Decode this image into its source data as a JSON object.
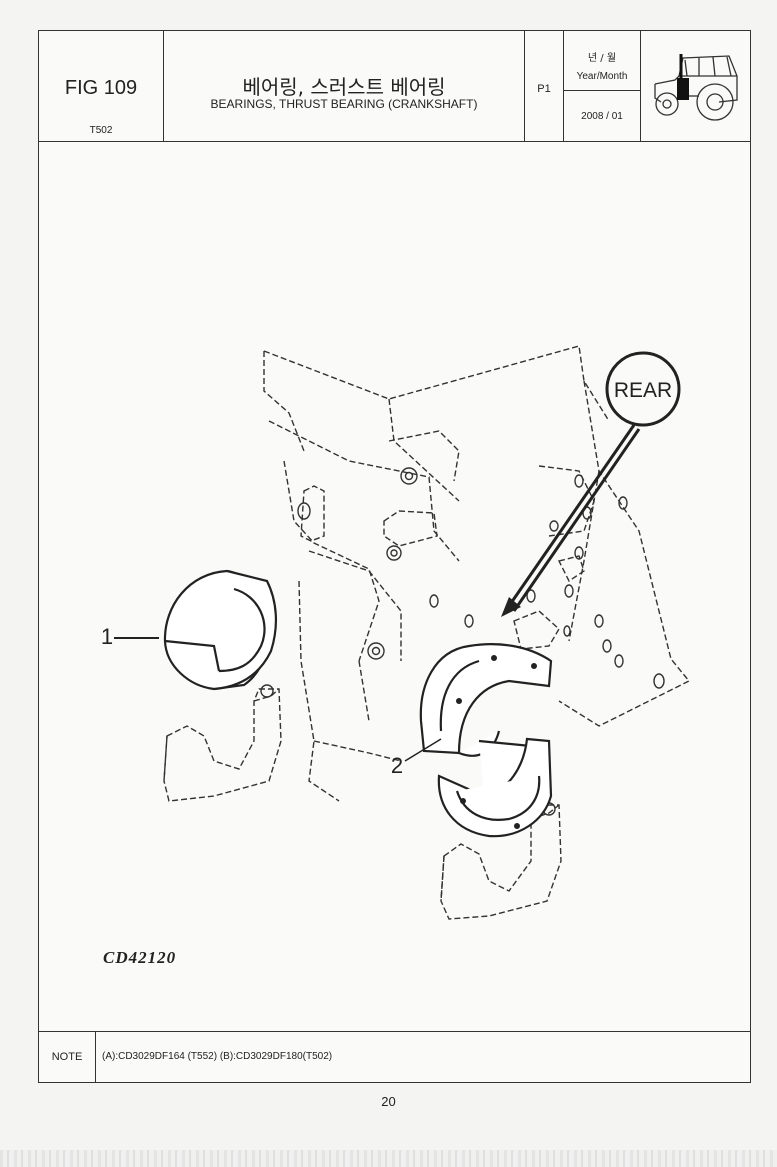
{
  "header": {
    "fig_label": "FIG 109",
    "fig_code": "T502",
    "title_korean": "베어링, 스러스트 베어링",
    "title_english": "BEARINGS, THRUST BEARING (CRANKSHAFT)",
    "page_label": "P1",
    "date_label_korean": "년 / 월",
    "date_label_english": "Year/Month",
    "date_value": "2008 / 01",
    "logo_icon": "tractor-icon"
  },
  "diagram": {
    "direction_badge": "REAR",
    "callouts": [
      "1",
      "2"
    ],
    "drawing_code": "CD42120"
  },
  "note": {
    "label": "NOTE",
    "text": "(A):CD3029DF164 (T552)  (B):CD3029DF180(T502)"
  },
  "page_number": "20"
}
